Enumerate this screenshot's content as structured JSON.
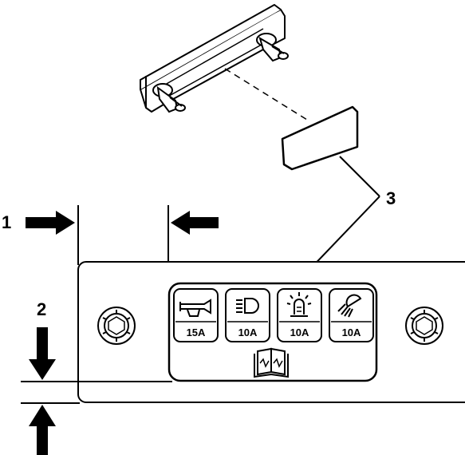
{
  "callouts": {
    "c1": "1",
    "c2": "2",
    "c3": "3"
  },
  "fuses": [
    {
      "icon": "horn-icon",
      "rating": "15A"
    },
    {
      "icon": "headlight-icon",
      "rating": "10A"
    },
    {
      "icon": "beacon-light-icon",
      "rating": "10A"
    },
    {
      "icon": "work-light-icon",
      "rating": "10A"
    }
  ],
  "manual_icon": "operator-manual-icon"
}
